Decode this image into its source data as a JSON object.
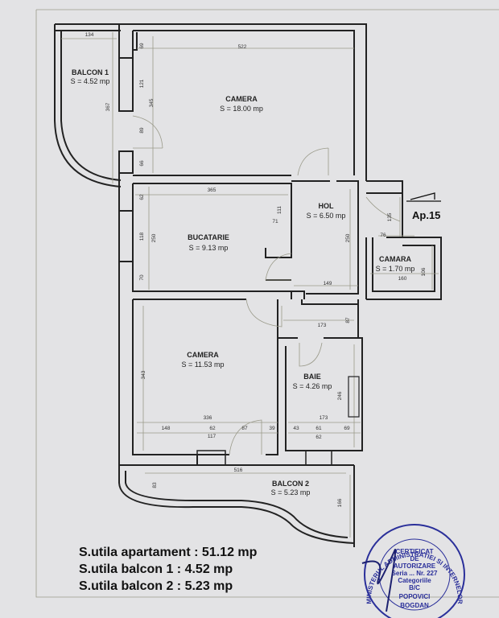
{
  "plan": {
    "apartment_label": "Ap.15",
    "rooms": [
      {
        "name": "BALCON 1",
        "area": "S = 4.52 mp"
      },
      {
        "name": "CAMERA",
        "area": "S = 18.00 mp"
      },
      {
        "name": "BUCATARIE",
        "area": "S = 9.13 mp"
      },
      {
        "name": "HOL",
        "area": "S = 6.50 mp"
      },
      {
        "name": "CAMARA",
        "area": "S = 1.70 mp"
      },
      {
        "name": "CAMERA",
        "area": "S = 11.53 mp"
      },
      {
        "name": "BAIE",
        "area": "S = 4.26 mp"
      },
      {
        "name": "BALCON 2",
        "area": "S = 5.23 mp"
      }
    ],
    "dimensions": {
      "b1_width": "134",
      "b1_height": "367",
      "c1_width": "522",
      "c1_h": "345",
      "c1_a": "69",
      "c1_b": "121",
      "c1_c": "89",
      "c1_d": "66",
      "buc_width": "365",
      "buc_h": "250",
      "buc_a": "62",
      "buc_b": "118",
      "buc_c": "70",
      "buc_d": "111",
      "buc_e": "71",
      "hol_h": "250",
      "hol_w": "149",
      "hol_a": "135",
      "hol_b": "173",
      "hol_c": "87",
      "cam_a": "76",
      "cam_w": "160",
      "cam_h": "106",
      "c2_h": "343",
      "c2_w": "336",
      "c2_a": "148",
      "c2_b": "62",
      "c2_c": "87",
      "c2_d": "39",
      "c2_e": "117",
      "baie_w": "173",
      "baie_h": "246",
      "baie_a": "43",
      "baie_b": "61",
      "baie_c": "69",
      "baie_d": "62",
      "b2_w": "516",
      "b2_a": "83",
      "b2_b": "166"
    }
  },
  "summary": [
    "S.utila apartament : 51.12 mp",
    "S.utila balcon 1 : 4.52 mp",
    "S.utila balcon 2 : 5.23 mp"
  ],
  "stamp": {
    "ring": "MINISTERUL ADMINISTRATIEI SI INTERNELOR",
    "lines": [
      "CERTIFICAT",
      "DE",
      "AUTORIZARE",
      "Seria ... Nr. 227",
      "Categoriile",
      "B/C",
      "POPOVICI",
      "BOGDAN"
    ],
    "color": "#2a2f9a"
  }
}
